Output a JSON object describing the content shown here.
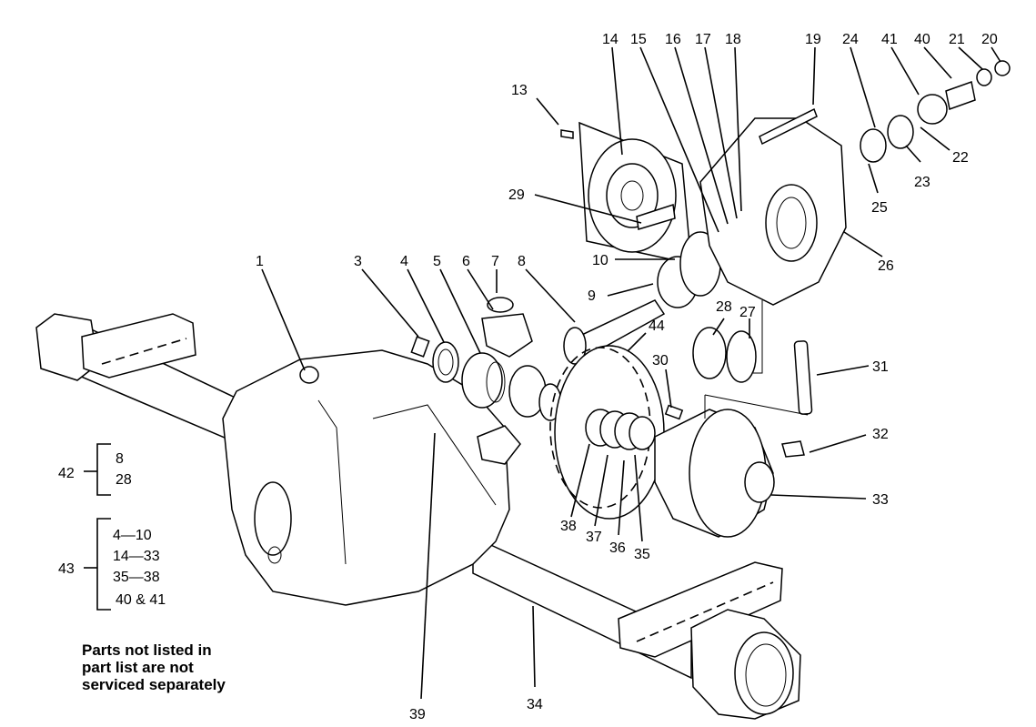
{
  "callouts": {
    "c1": "1",
    "c3": "3",
    "c4": "4",
    "c5": "5",
    "c6": "6",
    "c7": "7",
    "c8": "8",
    "c9": "9",
    "c10": "10",
    "c13": "13",
    "c14": "14",
    "c15": "15",
    "c16": "16",
    "c17": "17",
    "c18": "18",
    "c19": "19",
    "c20": "20",
    "c21": "21",
    "c22": "22",
    "c23": "23",
    "c24": "24",
    "c25": "25",
    "c26": "26",
    "c27": "27",
    "c28": "28",
    "c29": "29",
    "c30": "30",
    "c31": "31",
    "c32": "32",
    "c33": "33",
    "c34": "34",
    "c35": "35",
    "c36": "36",
    "c37": "37",
    "c38": "38",
    "c39": "39",
    "c40": "40",
    "c41": "41",
    "c44": "44"
  },
  "groups": {
    "g42": {
      "label": "42",
      "items": [
        "8",
        "28"
      ]
    },
    "g43": {
      "label": "43",
      "items": [
        "4—10",
        "14—33",
        "35—38",
        "40 & 41"
      ]
    }
  },
  "note": {
    "line1": "Parts not listed in",
    "line2": "part list are not",
    "line3": "serviced separately"
  }
}
